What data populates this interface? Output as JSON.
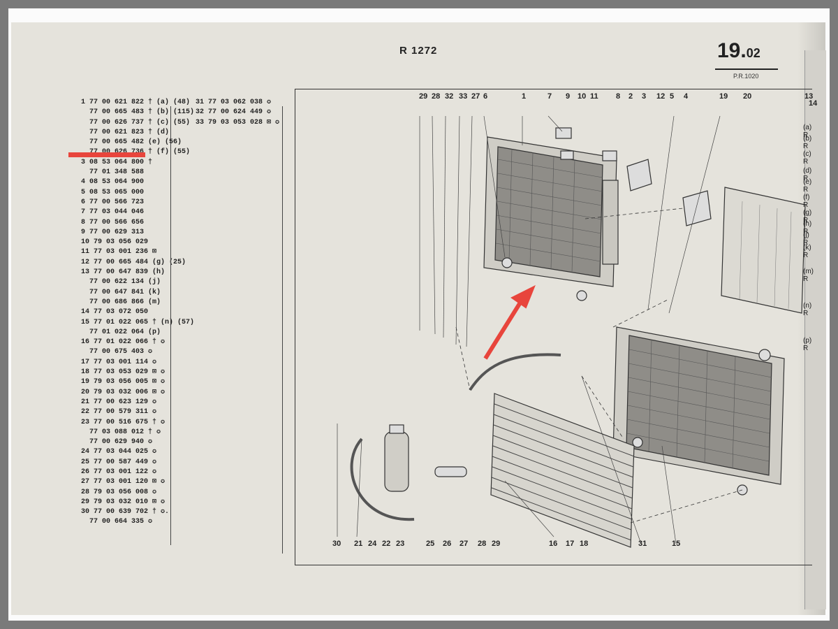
{
  "header": {
    "model": "R 1272",
    "page_main": "19.",
    "page_sub": "02",
    "pr": "P.R.1020"
  },
  "parts_left": [
    "1 77 00 621 822 † (a) (48)",
    "  77 00 665 483 † (b) (115)",
    "  77 00 626 737 † (c) (55)",
    "  77 00 621 823 † (d)",
    "  77 00 665 482 (e) (56)",
    "  77 00 626 736 † (f) (55)",
    "3 08 53 064 800 †",
    "  77 01 348 588",
    "4 08 53 064 900",
    "5 08 53 065 000",
    "6 77 00 566 723",
    "7 77 03 044 046",
    "8 77 00 566 656",
    "9 77 00 629 313",
    "10 79 03 056 029",
    "11 77 03 001 236 ⊠",
    "12 77 00 665 484 (g) (25)",
    "13 77 00 647 839 (h)",
    "  77 00 622 134 (j)",
    "  77 00 647 841 (k)",
    "  77 00 686 866 (m)",
    "14 77 03 072 050",
    "15 77 01 022 065 † (n) (57)",
    "  77 01 022 064 (p)",
    "16 77 01 022 066 † ✪",
    "  77 00 675 403 ✪",
    "17 77 03 001 114 ✪",
    "18 77 03 053 029 ⊠ ✪",
    "19 79 03 056 005 ⊠ ✪",
    "20 79 03 032 006 ⊠ ✪",
    "21 77 00 623 129 ✪",
    "22 77 00 579 311 ✪",
    "23 77 00 516 675 † ✪",
    "  77 03 088 012 † ✪",
    "  77 00 629 940 ✪",
    "24 77 03 044 025 ✪",
    "25 77 00 587 449 ✪",
    "26 77 03 001 122 ✪",
    "27 77 03 001 120 ⊠ ✪",
    "28 79 03 056 008 ✪",
    "29 79 03 032 010 ⊠ ✪",
    "30 77 00 639 702 † ✪.",
    "  77 00 664 335 ✪"
  ],
  "parts_mid": [
    "31 77 03 062 038 ✪",
    "32 77 00 624 449 ✪",
    "33 79 03 053 028 ⊠ ✪"
  ],
  "callouts_top": [
    "29",
    "28",
    "32",
    "33",
    "27",
    "6",
    "1",
    "7",
    "9",
    "10",
    "11",
    "8",
    "2",
    "3",
    "12",
    "5",
    "4",
    "19",
    "20",
    "13",
    "14"
  ],
  "callouts_bottom": [
    "30",
    "21",
    "24",
    "22",
    "23",
    "25",
    "26",
    "27",
    "28",
    "29",
    "16",
    "17",
    "18",
    "31",
    "15"
  ],
  "side_letters": [
    "(a) R",
    "(b) R",
    "(c) R",
    "(d) R",
    "(e) R",
    "(f) R",
    "(g) R",
    "(h) R",
    "(j) R",
    "(k) R",
    "(m) R",
    "(n) R",
    "(p) R"
  ],
  "colors": {
    "paper": "#e5e3dc",
    "ink": "#222222",
    "annotation": "#e8453c"
  }
}
